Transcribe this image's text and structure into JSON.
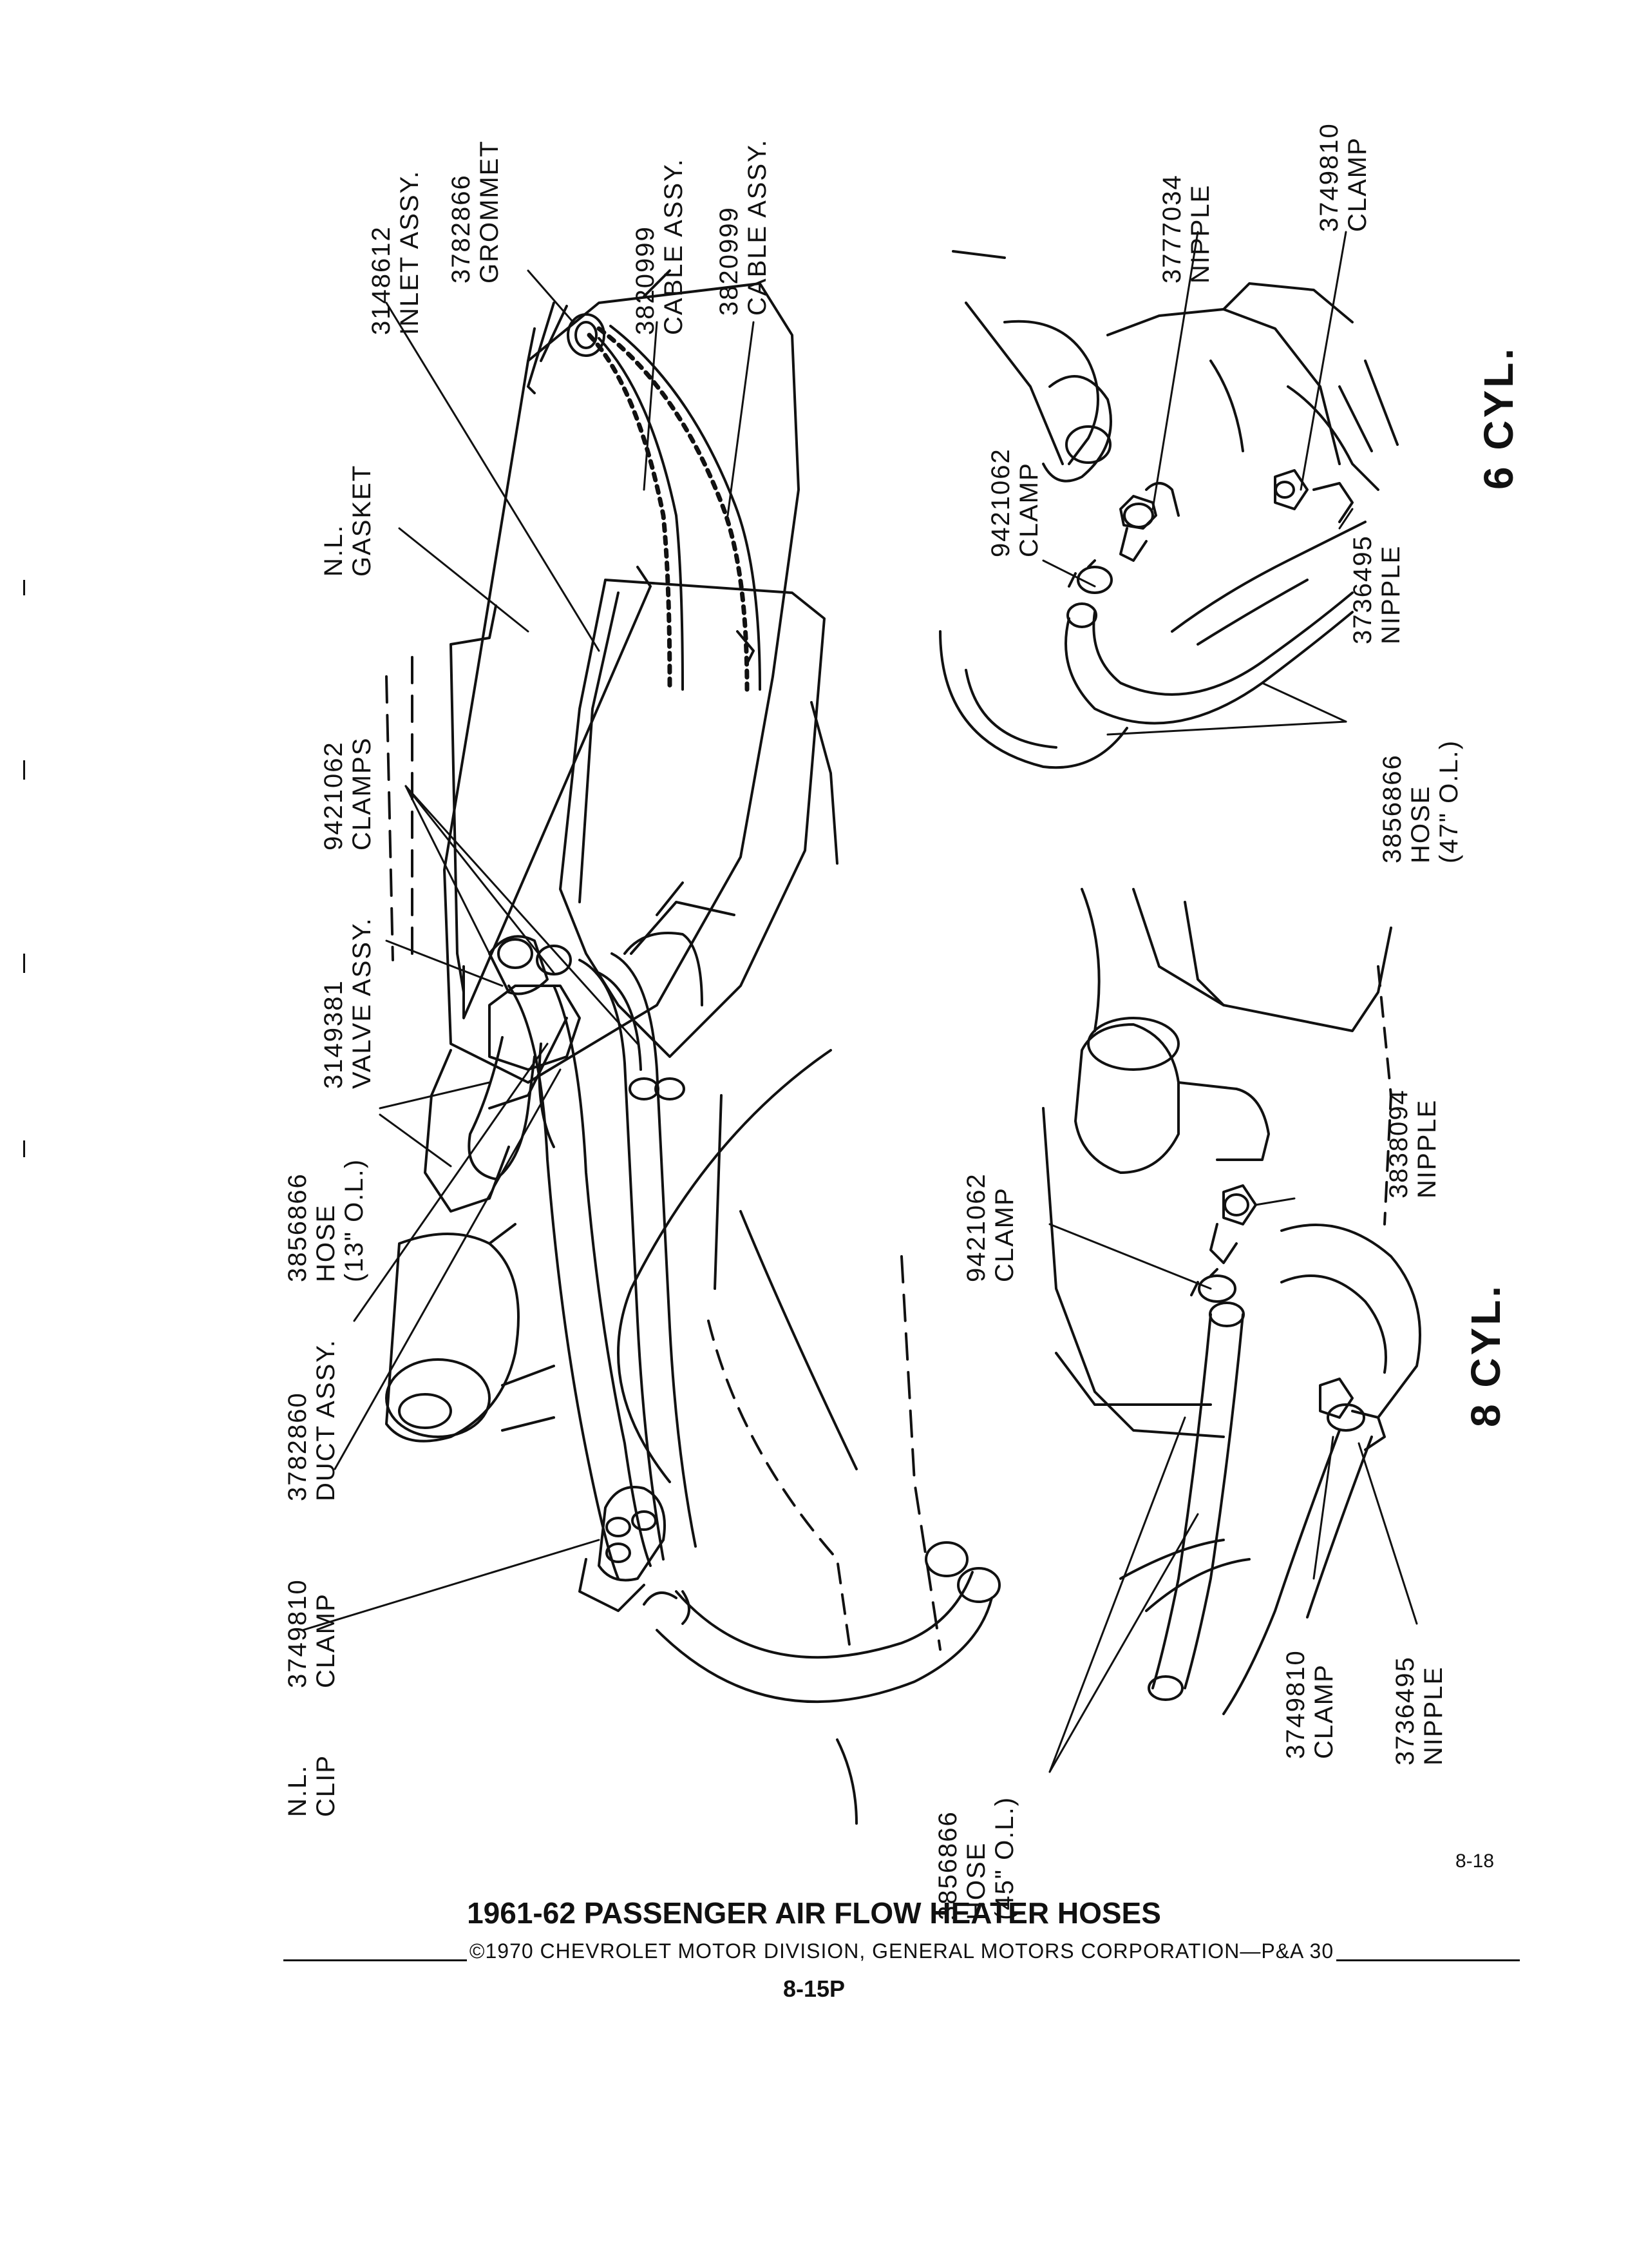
{
  "title": "1961-62 PASSENGER AIR FLOW HEATER HOSES",
  "copyright": "©1970 CHEVROLET MOTOR DIVISION, GENERAL MOTORS CORPORATION—P&A 30",
  "page_number": "8-15P",
  "figure_number": "8-18",
  "section_6cyl": "6 CYL.",
  "section_8cyl": "8 CYL.",
  "labels": {
    "inlet": [
      "3148612",
      "INLET ASSY."
    ],
    "grommet": [
      "3782866",
      "GROMMET"
    ],
    "cable1": [
      "3820999",
      "CABLE ASSY."
    ],
    "cable2": [
      "3820999",
      "CABLE ASSY."
    ],
    "gasket": [
      "N.L.",
      "GASKET"
    ],
    "clamp_main": [
      "9421062",
      "CLAMPS"
    ],
    "valve": [
      "3149381",
      "VALVE ASSY."
    ],
    "hose13": [
      "3856866",
      "HOSE",
      "(13\" O.L.)"
    ],
    "duct": [
      "3782860",
      "DUCT ASSY."
    ],
    "clamp3749810": [
      "3749810",
      "CLAMP"
    ],
    "clip": [
      "N.L.",
      "CLIP"
    ],
    "hose45": [
      "3856866",
      "HOSE",
      "(45\" O.L.)"
    ],
    "c6_nipple3777034": [
      "3777034",
      "NIPPLE"
    ],
    "c6_clamp3749810": [
      "3749810",
      "CLAMP"
    ],
    "c6_clamp9421062": [
      "9421062",
      "CLAMP"
    ],
    "c6_nipple3736495": [
      "3736495",
      "NIPPLE"
    ],
    "c6_hose47": [
      "3856866",
      "HOSE",
      "(47\" O.L.)"
    ],
    "c8_clamp9421062": [
      "9421062",
      "CLAMP"
    ],
    "c8_nipple3838094": [
      "3838094",
      "NIPPLE"
    ],
    "c8_clamp3749810": [
      "3749810",
      "CLAMP"
    ],
    "c8_nipple3736495": [
      "3736495",
      "NIPPLE"
    ]
  }
}
